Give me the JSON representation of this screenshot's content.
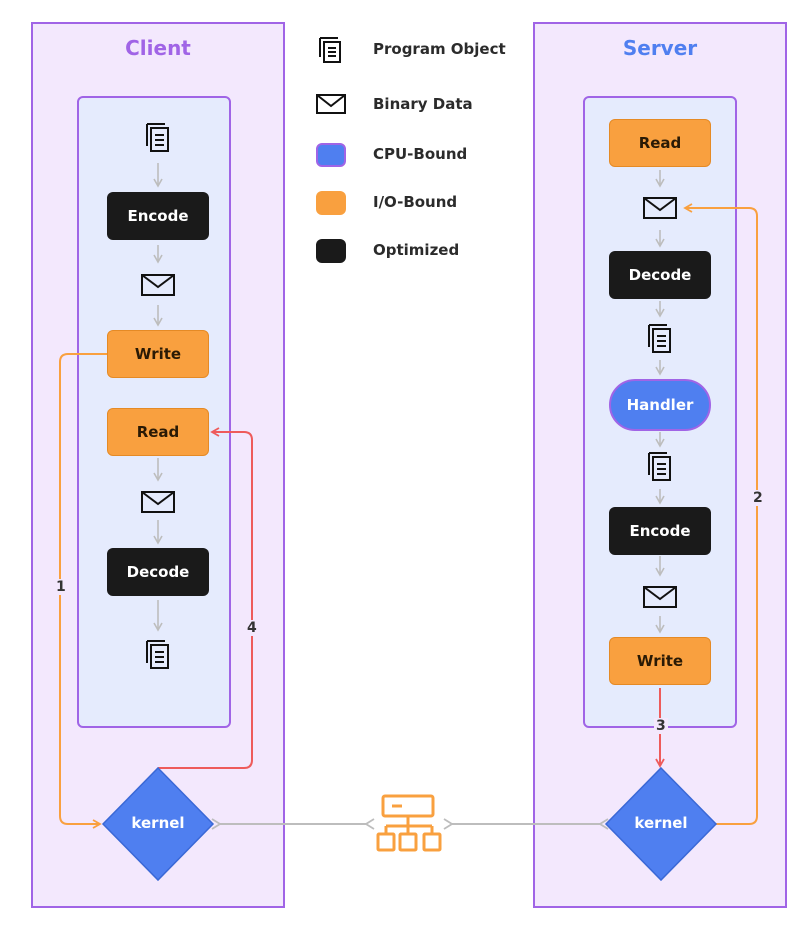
{
  "legend": {
    "program_object": "Program Object",
    "binary_data": "Binary Data",
    "cpu_bound": "CPU-Bound",
    "io_bound": "I/O-Bound",
    "optimized": "Optimized",
    "colors": {
      "cpu": "#4f7ff0",
      "io": "#f9a03f",
      "optimized": "#1a1a1a"
    }
  },
  "client": {
    "title": "Client",
    "encode": "Encode",
    "write": "Write",
    "read": "Read",
    "decode": "Decode",
    "kernel": "kernel"
  },
  "server": {
    "title": "Server",
    "read": "Read",
    "decode": "Decode",
    "handler": "Handler",
    "encode": "Encode",
    "write": "Write",
    "kernel": "kernel"
  },
  "network": {
    "icon": "network-switch-icon"
  },
  "steps": {
    "s1": "1",
    "s2": "2",
    "s3": "3",
    "s4": "4"
  },
  "colors": {
    "client_title": "#a064e6",
    "server_title": "#4f7ff0",
    "panel_border": "#a064e6",
    "arrow_orange": "#f9a03f",
    "arrow_red": "#ee5b5b",
    "arrow_gray": "#bdbdbd"
  }
}
